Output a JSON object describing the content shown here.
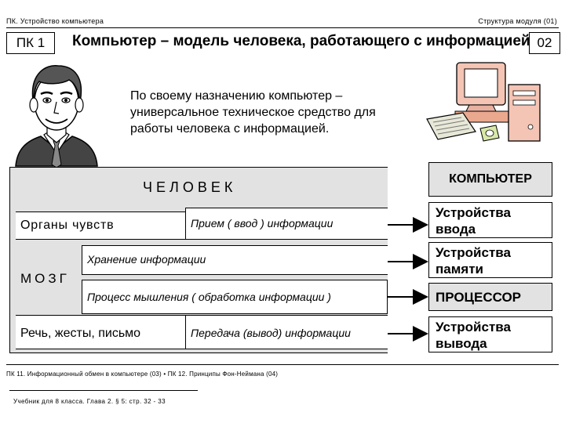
{
  "header": {
    "left": "ПК. Устройство компьютера",
    "right": "Структура модуля (01)"
  },
  "title_row": {
    "code": "ПК 1",
    "title": "Компьютер – модель человека, работающего с информацией",
    "number": "02"
  },
  "intro": "По своему назначению компьютер – универсальное техническое средство для работы человека с информацией.",
  "human": {
    "title": "ЧЕЛОВЕК",
    "organs": "Органы чувств",
    "input": "Прием ( ввод ) информации",
    "storage": "Хранение информации",
    "brain": "МОЗГ",
    "processing": "Процесс мышления ( обработка информации )",
    "speech": "Речь, жесты, письмо",
    "output": "Передача (вывод) информации"
  },
  "computer": {
    "title": "КОМПЬЮТЕР",
    "input_devices": "Устройства ввода",
    "memory_devices": "Устройства памяти",
    "processor": "ПРОЦЕССОР",
    "output_devices": "Устройства вывода"
  },
  "footer": {
    "links": "ПК 11. Информационный обмен в компьютере (03) • ПК 12. Принципы Фон-Неймана (04)",
    "textbook": "Учебник для 8 класса. Глава 2. § 5: стр. 32 - 33"
  }
}
